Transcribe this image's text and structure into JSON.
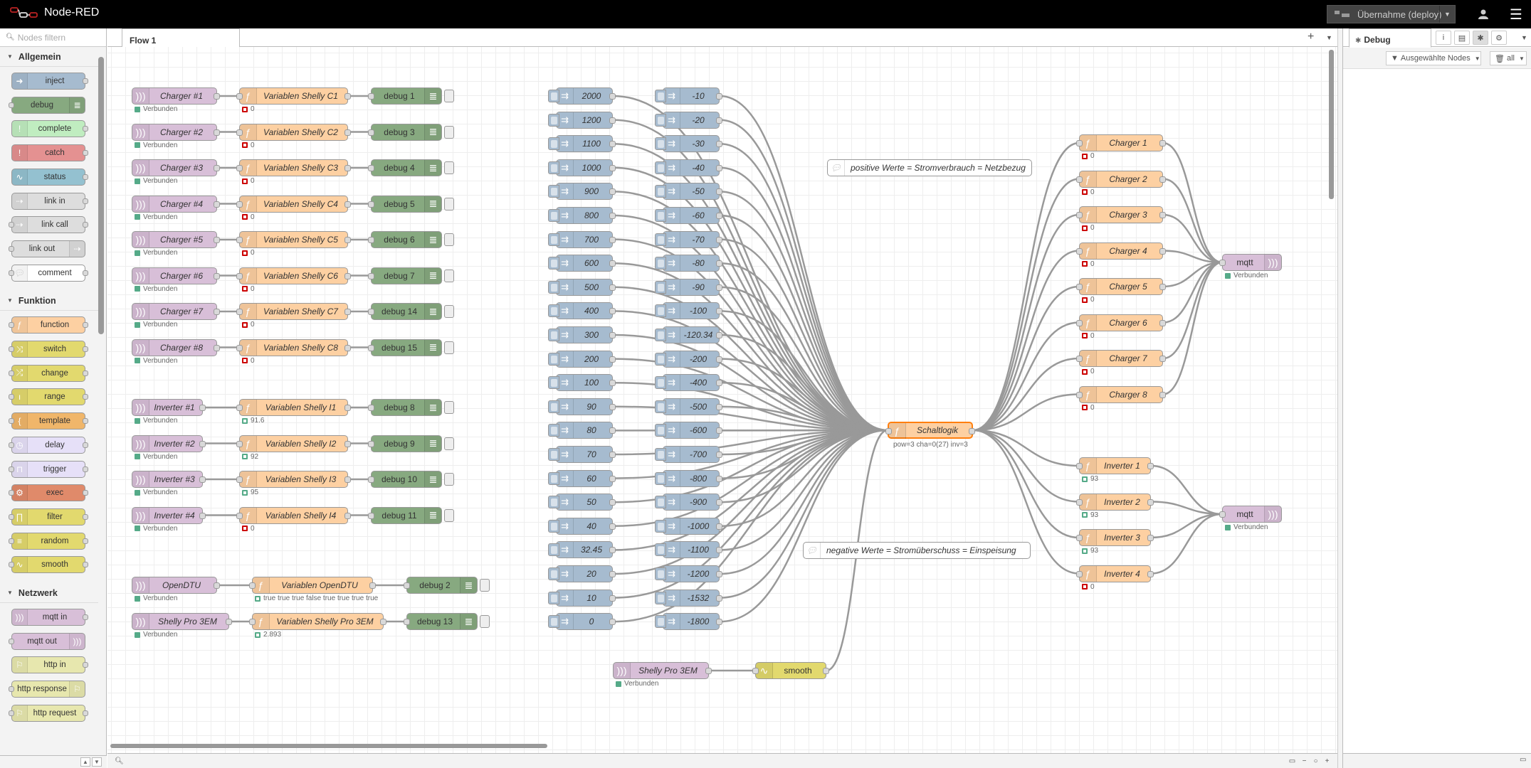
{
  "header": {
    "title": "Node-RED",
    "deploy_label": "Übernahme (deploy)"
  },
  "palette": {
    "search_placeholder": "Nodes filtern",
    "categories": [
      {
        "name": "Allgemein",
        "nodes": [
          "inject",
          "debug",
          "complete",
          "catch",
          "status",
          "link in",
          "link call",
          "link out",
          "comment"
        ]
      },
      {
        "name": "Funktion",
        "nodes": [
          "function",
          "switch",
          "change",
          "range",
          "template",
          "delay",
          "trigger",
          "exec",
          "filter",
          "random",
          "smooth"
        ]
      },
      {
        "name": "Netzwerk",
        "nodes": [
          "mqtt in",
          "mqtt out",
          "http in",
          "http response",
          "http request"
        ]
      }
    ]
  },
  "workspace": {
    "tab": "Flow 1"
  },
  "sidebar": {
    "tab": "Debug",
    "filter_label": "Ausgewählte Nodes",
    "clear_label": "all"
  },
  "colors": {
    "mqtt": "#d8bfd8",
    "function": "#fdd0a2",
    "debug": "#87a980",
    "inject": "#a6bbcf",
    "smooth": "#e2d96e"
  },
  "flow": {
    "chargers": [
      {
        "in": "Charger #1",
        "in_status": "Verbunden",
        "fn": "Variablen Shelly C1",
        "fn_status": "0",
        "dbg": "debug 1"
      },
      {
        "in": "Charger #2",
        "in_status": "Verbunden",
        "fn": "Variablen Shelly C2",
        "fn_status": "0",
        "dbg": "debug 3"
      },
      {
        "in": "Charger #3",
        "in_status": "Verbunden",
        "fn": "Variablen Shelly C3",
        "fn_status": "0",
        "dbg": "debug 4"
      },
      {
        "in": "Charger #4",
        "in_status": "Verbunden",
        "fn": "Variablen Shelly C4",
        "fn_status": "0",
        "dbg": "debug 5"
      },
      {
        "in": "Charger #5",
        "in_status": "Verbunden",
        "fn": "Variablen Shelly C5",
        "fn_status": "0",
        "dbg": "debug 6"
      },
      {
        "in": "Charger #6",
        "in_status": "Verbunden",
        "fn": "Variablen Shelly C6",
        "fn_status": "0",
        "dbg": "debug 7"
      },
      {
        "in": "Charger #7",
        "in_status": "Verbunden",
        "fn": "Variablen Shelly C7",
        "fn_status": "0",
        "dbg": "debug 14"
      },
      {
        "in": "Charger #8",
        "in_status": "Verbunden",
        "fn": "Variablen Shelly C8",
        "fn_status": "0",
        "dbg": "debug 15"
      }
    ],
    "inverters": [
      {
        "in": "Inverter #1",
        "in_status": "Verbunden",
        "fn": "Variablen Shelly I1",
        "fn_status": "91.6",
        "dbg": "debug 8"
      },
      {
        "in": "Inverter #2",
        "in_status": "Verbunden",
        "fn": "Variablen Shelly I2",
        "fn_status": "92",
        "dbg": "debug 9"
      },
      {
        "in": "Inverter #3",
        "in_status": "Verbunden",
        "fn": "Variablen Shelly I3",
        "fn_status": "95",
        "dbg": "debug 10"
      },
      {
        "in": "Inverter #4",
        "in_status": "Verbunden",
        "fn": "Variablen Shelly I4",
        "fn_status": "0",
        "dbg": "debug 11"
      }
    ],
    "opendtu": {
      "in": "OpenDTU",
      "in_status": "Verbunden",
      "fn": "Variablen OpenDTU",
      "fn_status": "true true true false true true true true",
      "dbg": "debug 2"
    },
    "shelly": {
      "in": "Shelly Pro 3EM",
      "in_status": "Verbunden",
      "fn": "Variablen Shelly Pro 3EM",
      "fn_status": "2.893",
      "dbg": "debug 13"
    },
    "inject_pos": [
      "2000",
      "1200",
      "1100",
      "1000",
      "900",
      "800",
      "700",
      "600",
      "500",
      "400",
      "300",
      "200",
      "100",
      "90",
      "80",
      "70",
      "60",
      "50",
      "40",
      "32.45",
      "20",
      "10",
      "0"
    ],
    "inject_neg": [
      "-10",
      "-20",
      "-30",
      "-40",
      "-50",
      "-60",
      "-70",
      "-80",
      "-90",
      "-100",
      "-120.34",
      "-200",
      "-400",
      "-500",
      "-600",
      "-700",
      "-800",
      "-900",
      "-1000",
      "-1100",
      "-1200",
      "-1532",
      "-1800"
    ],
    "comment_pos": "positive Werte = Stromverbrauch = Netzbezug",
    "comment_neg": "negative Werte = Stromüberschuss = Einspeisung",
    "logic": {
      "name": "Schaltlogik",
      "status": "pow=3 cha=0(27) inv=3"
    },
    "smooth_in": {
      "name": "Shelly Pro 3EM",
      "status": "Verbunden"
    },
    "smooth": "smooth",
    "charger_fns": [
      {
        "name": "Charger 1",
        "status": "0"
      },
      {
        "name": "Charger 2",
        "status": "0"
      },
      {
        "name": "Charger 3",
        "status": "0"
      },
      {
        "name": "Charger 4",
        "status": "0"
      },
      {
        "name": "Charger 5",
        "status": "0"
      },
      {
        "name": "Charger 6",
        "status": "0"
      },
      {
        "name": "Charger 7",
        "status": "0"
      },
      {
        "name": "Charger 8",
        "status": "0"
      }
    ],
    "inverter_fns": [
      {
        "name": "Inverter 1",
        "status": "93"
      },
      {
        "name": "Inverter 2",
        "status": "93"
      },
      {
        "name": "Inverter 3",
        "status": "93"
      },
      {
        "name": "Inverter 4",
        "status": "0"
      }
    ],
    "mqtt_out": {
      "name": "mqtt",
      "status": "Verbunden"
    }
  }
}
